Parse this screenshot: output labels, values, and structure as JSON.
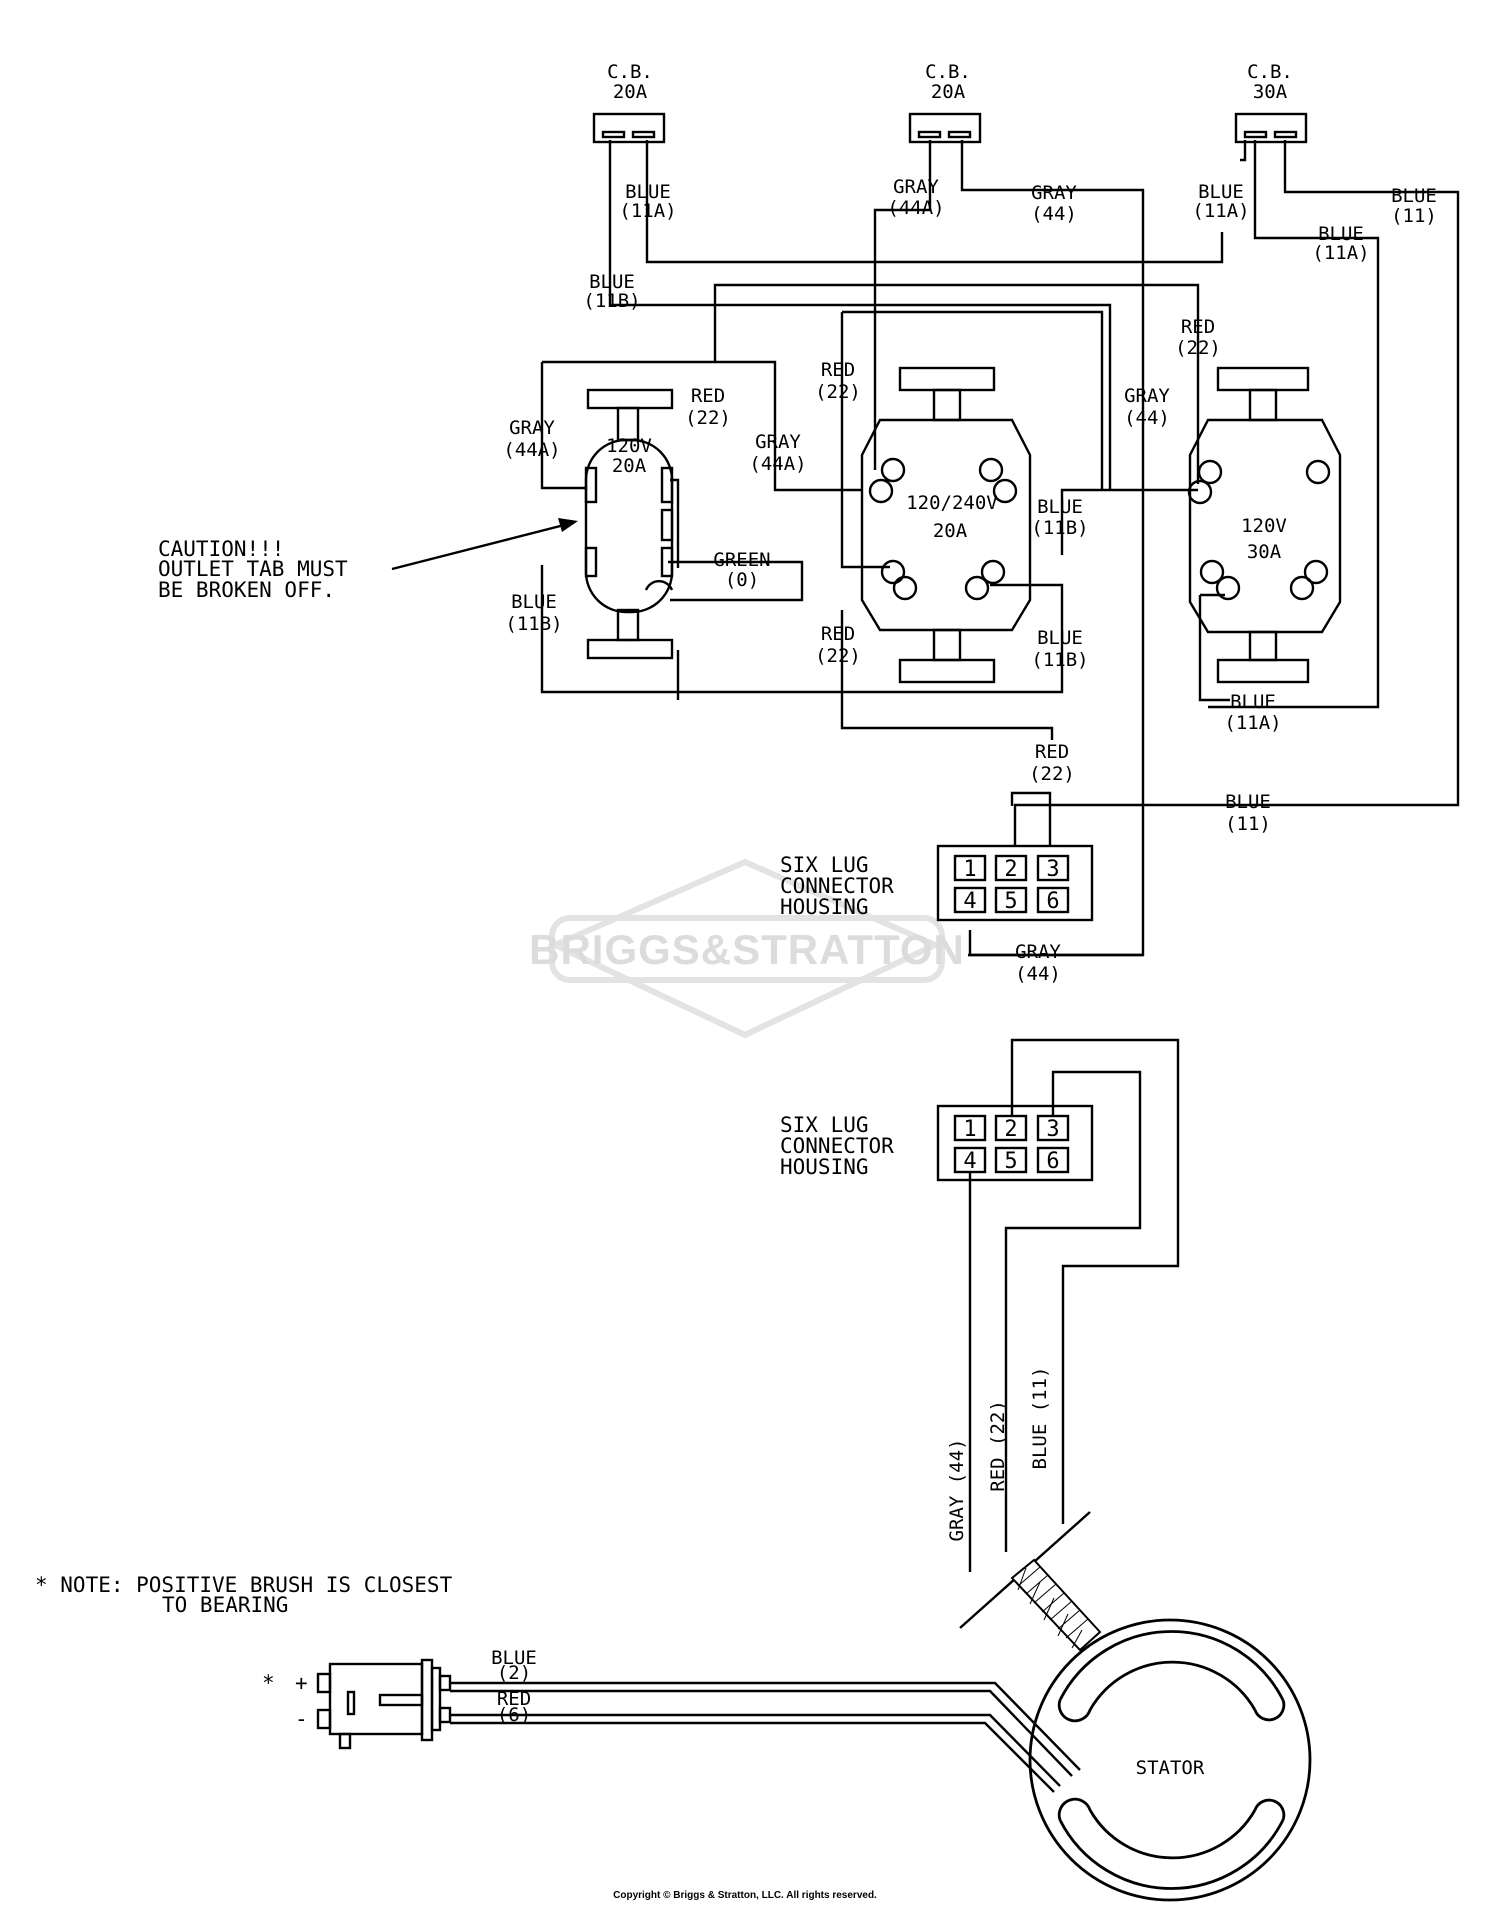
{
  "breakers": [
    {
      "line1": "C.B.",
      "line2": "20A"
    },
    {
      "line1": "C.B.",
      "line2": "20A"
    },
    {
      "line1": "C.B.",
      "line2": "30A"
    }
  ],
  "outlets": {
    "left": {
      "line1": "120V",
      "line2": "20A"
    },
    "middle": {
      "line1": "120/240V",
      "line2": "20A"
    },
    "right": {
      "line1": "120V",
      "line2": "30A"
    }
  },
  "wire_labels": [
    {
      "color": "BLUE",
      "code": "(11A)"
    },
    {
      "color": "BLUE",
      "code": "(11B)"
    },
    {
      "color": "GRAY",
      "code": "(44A)"
    },
    {
      "color": "GRAY",
      "code": "(44)"
    },
    {
      "color": "BLUE",
      "code": "(11A)"
    },
    {
      "color": "BLUE",
      "code": "(11)"
    },
    {
      "color": "BLUE",
      "code": "(11A)"
    },
    {
      "color": "RED",
      "code": "(22)"
    },
    {
      "color": "RED",
      "code": "(22)"
    },
    {
      "color": "GRAY",
      "code": "(44)"
    },
    {
      "color": "GRAY",
      "code": "(44A)"
    },
    {
      "color": "RED",
      "code": "(22)"
    },
    {
      "color": "GRAY",
      "code": "(44A)"
    },
    {
      "color": "BLUE",
      "code": "(11B)"
    },
    {
      "color": "GREEN",
      "code": "(0)"
    },
    {
      "color": "BLUE",
      "code": "(11B)"
    },
    {
      "color": "RED",
      "code": "(22)"
    },
    {
      "color": "BLUE",
      "code": "(11B)"
    },
    {
      "color": "BLUE",
      "code": "(11A)"
    },
    {
      "color": "RED",
      "code": "(22)"
    },
    {
      "color": "BLUE",
      "code": "(11)"
    },
    {
      "color": "GRAY",
      "code": "(44)"
    }
  ],
  "caution": [
    "CAUTION!!!",
    "OUTLET TAB MUST",
    "BE BROKEN OFF."
  ],
  "connector_label": [
    "SIX LUG",
    "CONNECTOR",
    "HOUSING"
  ],
  "lug_numbers": [
    "1",
    "2",
    "3",
    "4",
    "5",
    "6"
  ],
  "stator_wires": [
    "GRAY (44)",
    "RED (22)",
    "BLUE (11)"
  ],
  "note": [
    "* NOTE: POSITIVE BRUSH IS CLOSEST",
    "TO BEARING"
  ],
  "brush": {
    "star": "*",
    "plus": "+",
    "minus": "-"
  },
  "brush_wires": [
    {
      "color": "BLUE",
      "code": "(2)"
    },
    {
      "color": "RED",
      "code": "(6)"
    }
  ],
  "stator_label": "STATOR",
  "watermark": "BRIGGS&STRATTON",
  "copyright": "Copyright © Briggs & Stratton, LLC. All rights reserved."
}
